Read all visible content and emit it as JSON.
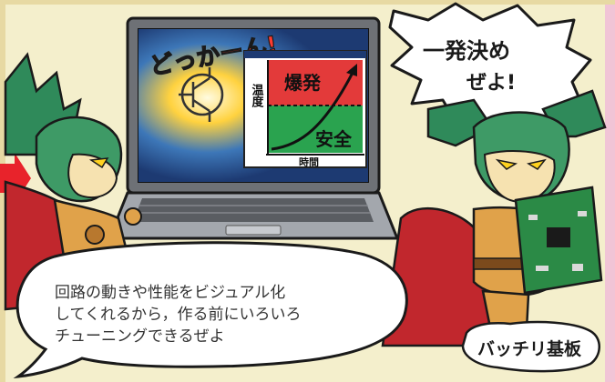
{
  "colors": {
    "background": "#f4efcc",
    "screen_bg": "#1d3a72",
    "explosion_red": "#e33a3a",
    "safe_green": "#2aa34f",
    "cloak_red": "#c1272d",
    "character_green": "#2f8a5a",
    "board_green": "#2b8a46",
    "accent_arrow": "#e8232b"
  },
  "speech_top": {
    "lines": [
      "一発決め",
      "ぜよ!"
    ]
  },
  "laptop_screen": {
    "sfx": "どっかーん!",
    "graph": {
      "zone_top_label": "爆発",
      "zone_bottom_label": "安全",
      "y_axis_label": "温度",
      "x_axis_label": "時間"
    }
  },
  "speech_bottom": {
    "lines": [
      "回路の動きや性能をビジュアル化",
      "してくれるから，作る前にいろいろ",
      "チューニングできるぜよ"
    ]
  },
  "board_label": "バッチリ基板"
}
